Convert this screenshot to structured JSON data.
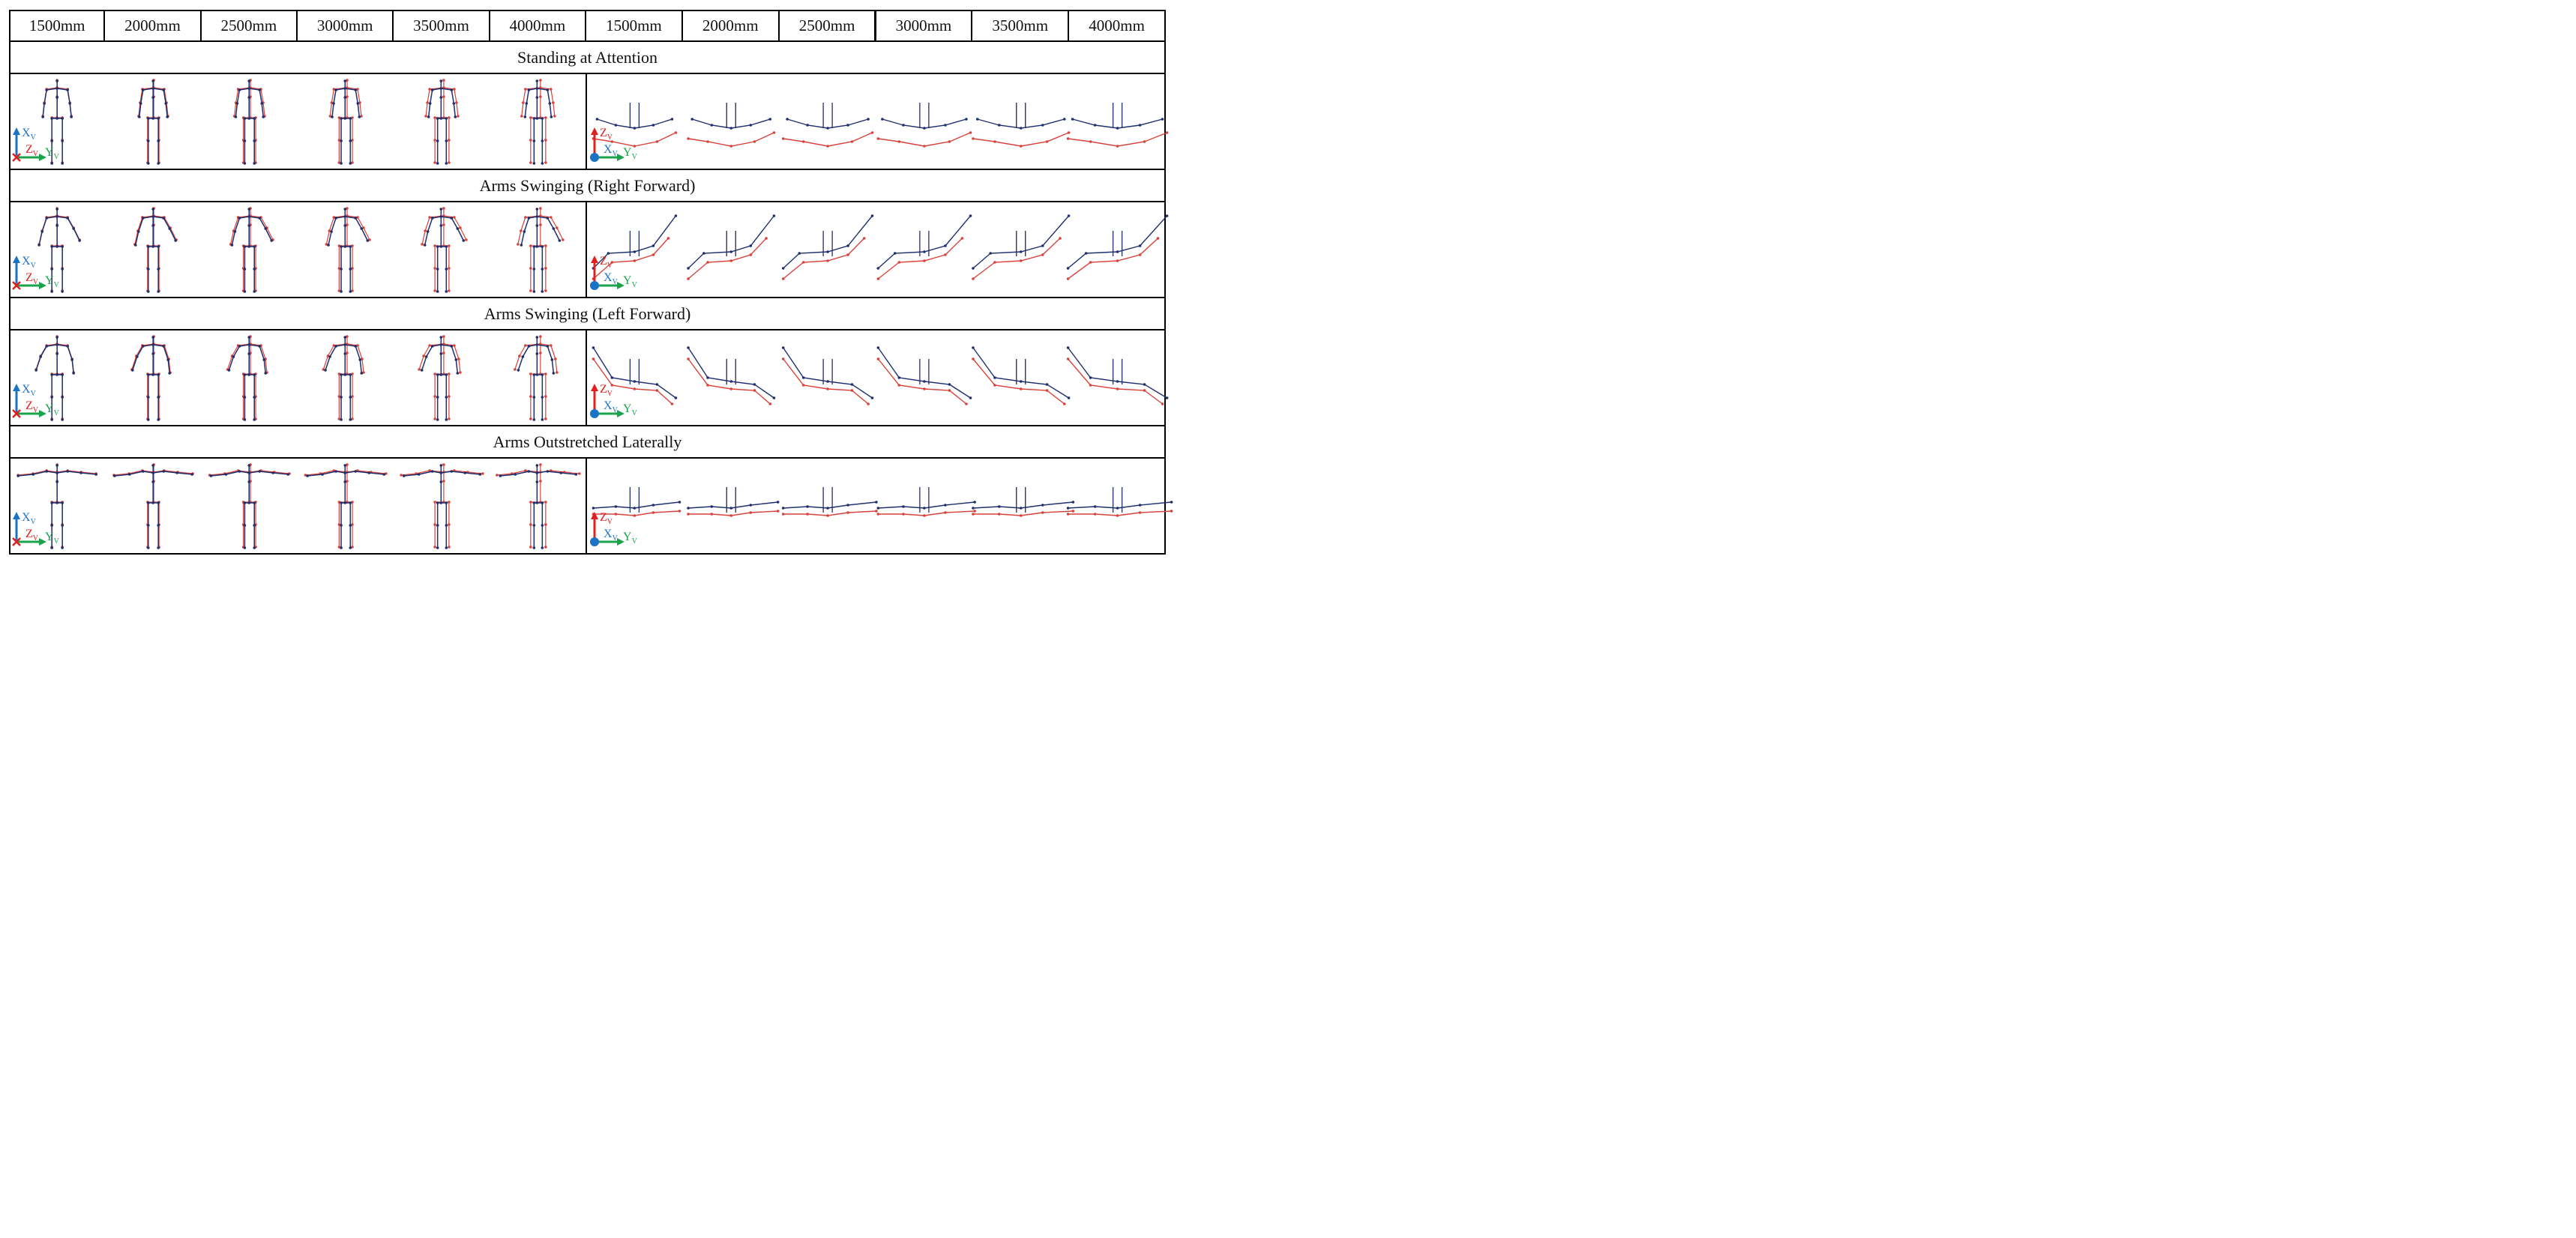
{
  "header": {
    "distances": [
      "1500mm",
      "2000mm",
      "2500mm",
      "3000mm",
      "3500mm",
      "4000mm",
      "1500mm",
      "2000mm",
      "2500mm",
      "3000mm",
      "3500mm",
      "4000mm"
    ]
  },
  "rows": [
    {
      "title": "Standing at Attention",
      "pose": "attention"
    },
    {
      "title": "Arms Swinging (Right Forward)",
      "pose": "right"
    },
    {
      "title": "Arms Swinging (Left Forward)",
      "pose": "left"
    },
    {
      "title": "Arms Outstretched Laterally",
      "pose": "outstretched"
    }
  ],
  "axes": {
    "front": {
      "up_label": "X",
      "up_sub": "V",
      "right_label": "Y",
      "right_sub": "V",
      "out_label": "Z",
      "out_sub": "V"
    },
    "top": {
      "up_label": "Z",
      "up_sub": "V",
      "right_label": "Y",
      "right_sub": "V",
      "out_label": "X",
      "out_sub": "V"
    }
  },
  "colors": {
    "series_a": "#d9423a",
    "series_b": "#1f2f6e",
    "axis_x": "#1b73c4",
    "axis_y": "#1aa34a",
    "axis_z": "#e02020",
    "border": "#000000"
  }
}
